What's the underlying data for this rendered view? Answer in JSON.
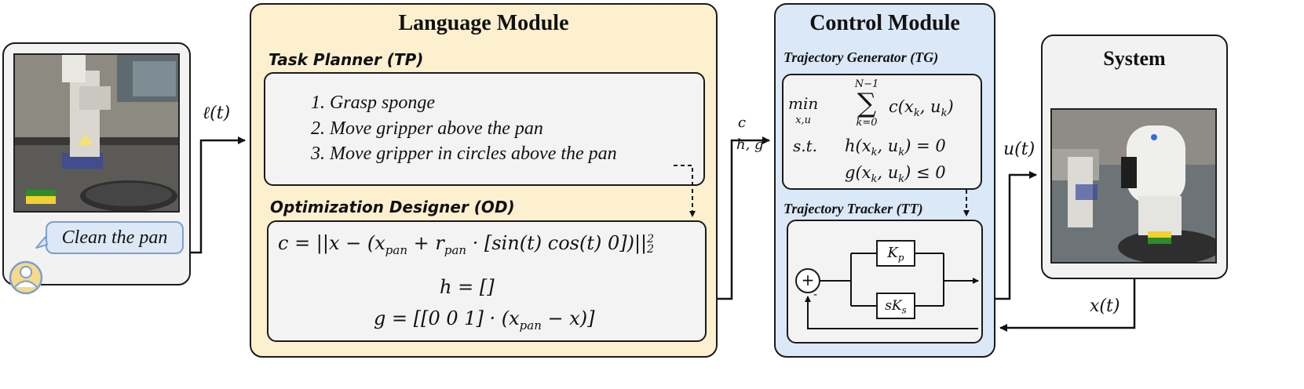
{
  "user": {
    "speech": "Clean the pan",
    "photo_icon": "robot-arm-kitchen-photo",
    "avatar_icon": "user-avatar-icon"
  },
  "arrows": {
    "l_t": "ℓ(t)",
    "c": "c",
    "h_g": "h, g",
    "u_t": "u(t)",
    "x_t": "x(t)"
  },
  "language": {
    "title": "Language Module",
    "tp_title": "Task Planner (TP)",
    "plan": [
      "1. Grasp sponge",
      "2. Move gripper above the pan",
      "3. Move gripper in circles above the pan"
    ],
    "od_title": "Optimization Designer (OD)",
    "eq_c": "c = ||x − (x",
    "eq_c_pan": "pan",
    "eq_c_mid": " + r",
    "eq_c_pan2": "pan",
    "eq_c_end": " · [sin(t) cos(t) 0])||",
    "eq_c_sup": "2",
    "eq_c_sub": "2",
    "eq_h": "h = []",
    "eq_g_start": "g = [[0   0   1] · (x",
    "eq_g_sub": "pan",
    "eq_g_end": " − x)]"
  },
  "control": {
    "title": "Control Module",
    "tg_title": "Trajectory Generator (TG)",
    "tg_min": "min",
    "tg_min_sub": "x,u",
    "tg_sum_top": "N−1",
    "tg_sum_bot": "k=0",
    "tg_cost": "c(x",
    "tg_st": "s.t.",
    "tg_h": "h(x",
    "tg_h_end": ") = 0",
    "tg_g": "g(x",
    "tg_g_end": ") ≤ 0",
    "tg_k": "k",
    "tg_u": ", u",
    "tt_title": "Trajectory Tracker (TT)",
    "kp": "K",
    "kp_sub": "p",
    "sks": "sK",
    "sks_sub": "s",
    "plus": "+",
    "minus": "-"
  },
  "system": {
    "title": "System",
    "photo_icon": "robot-gripper-sponge-photo"
  },
  "colors": {
    "language_bg": "#fdf0cf",
    "control_bg": "#dbe8f8",
    "user_bg": "#f2f2f2",
    "speech_bg": "#dce8f6",
    "speech_border": "#7aa0cf",
    "avatar_fill": "#f6d98a"
  }
}
